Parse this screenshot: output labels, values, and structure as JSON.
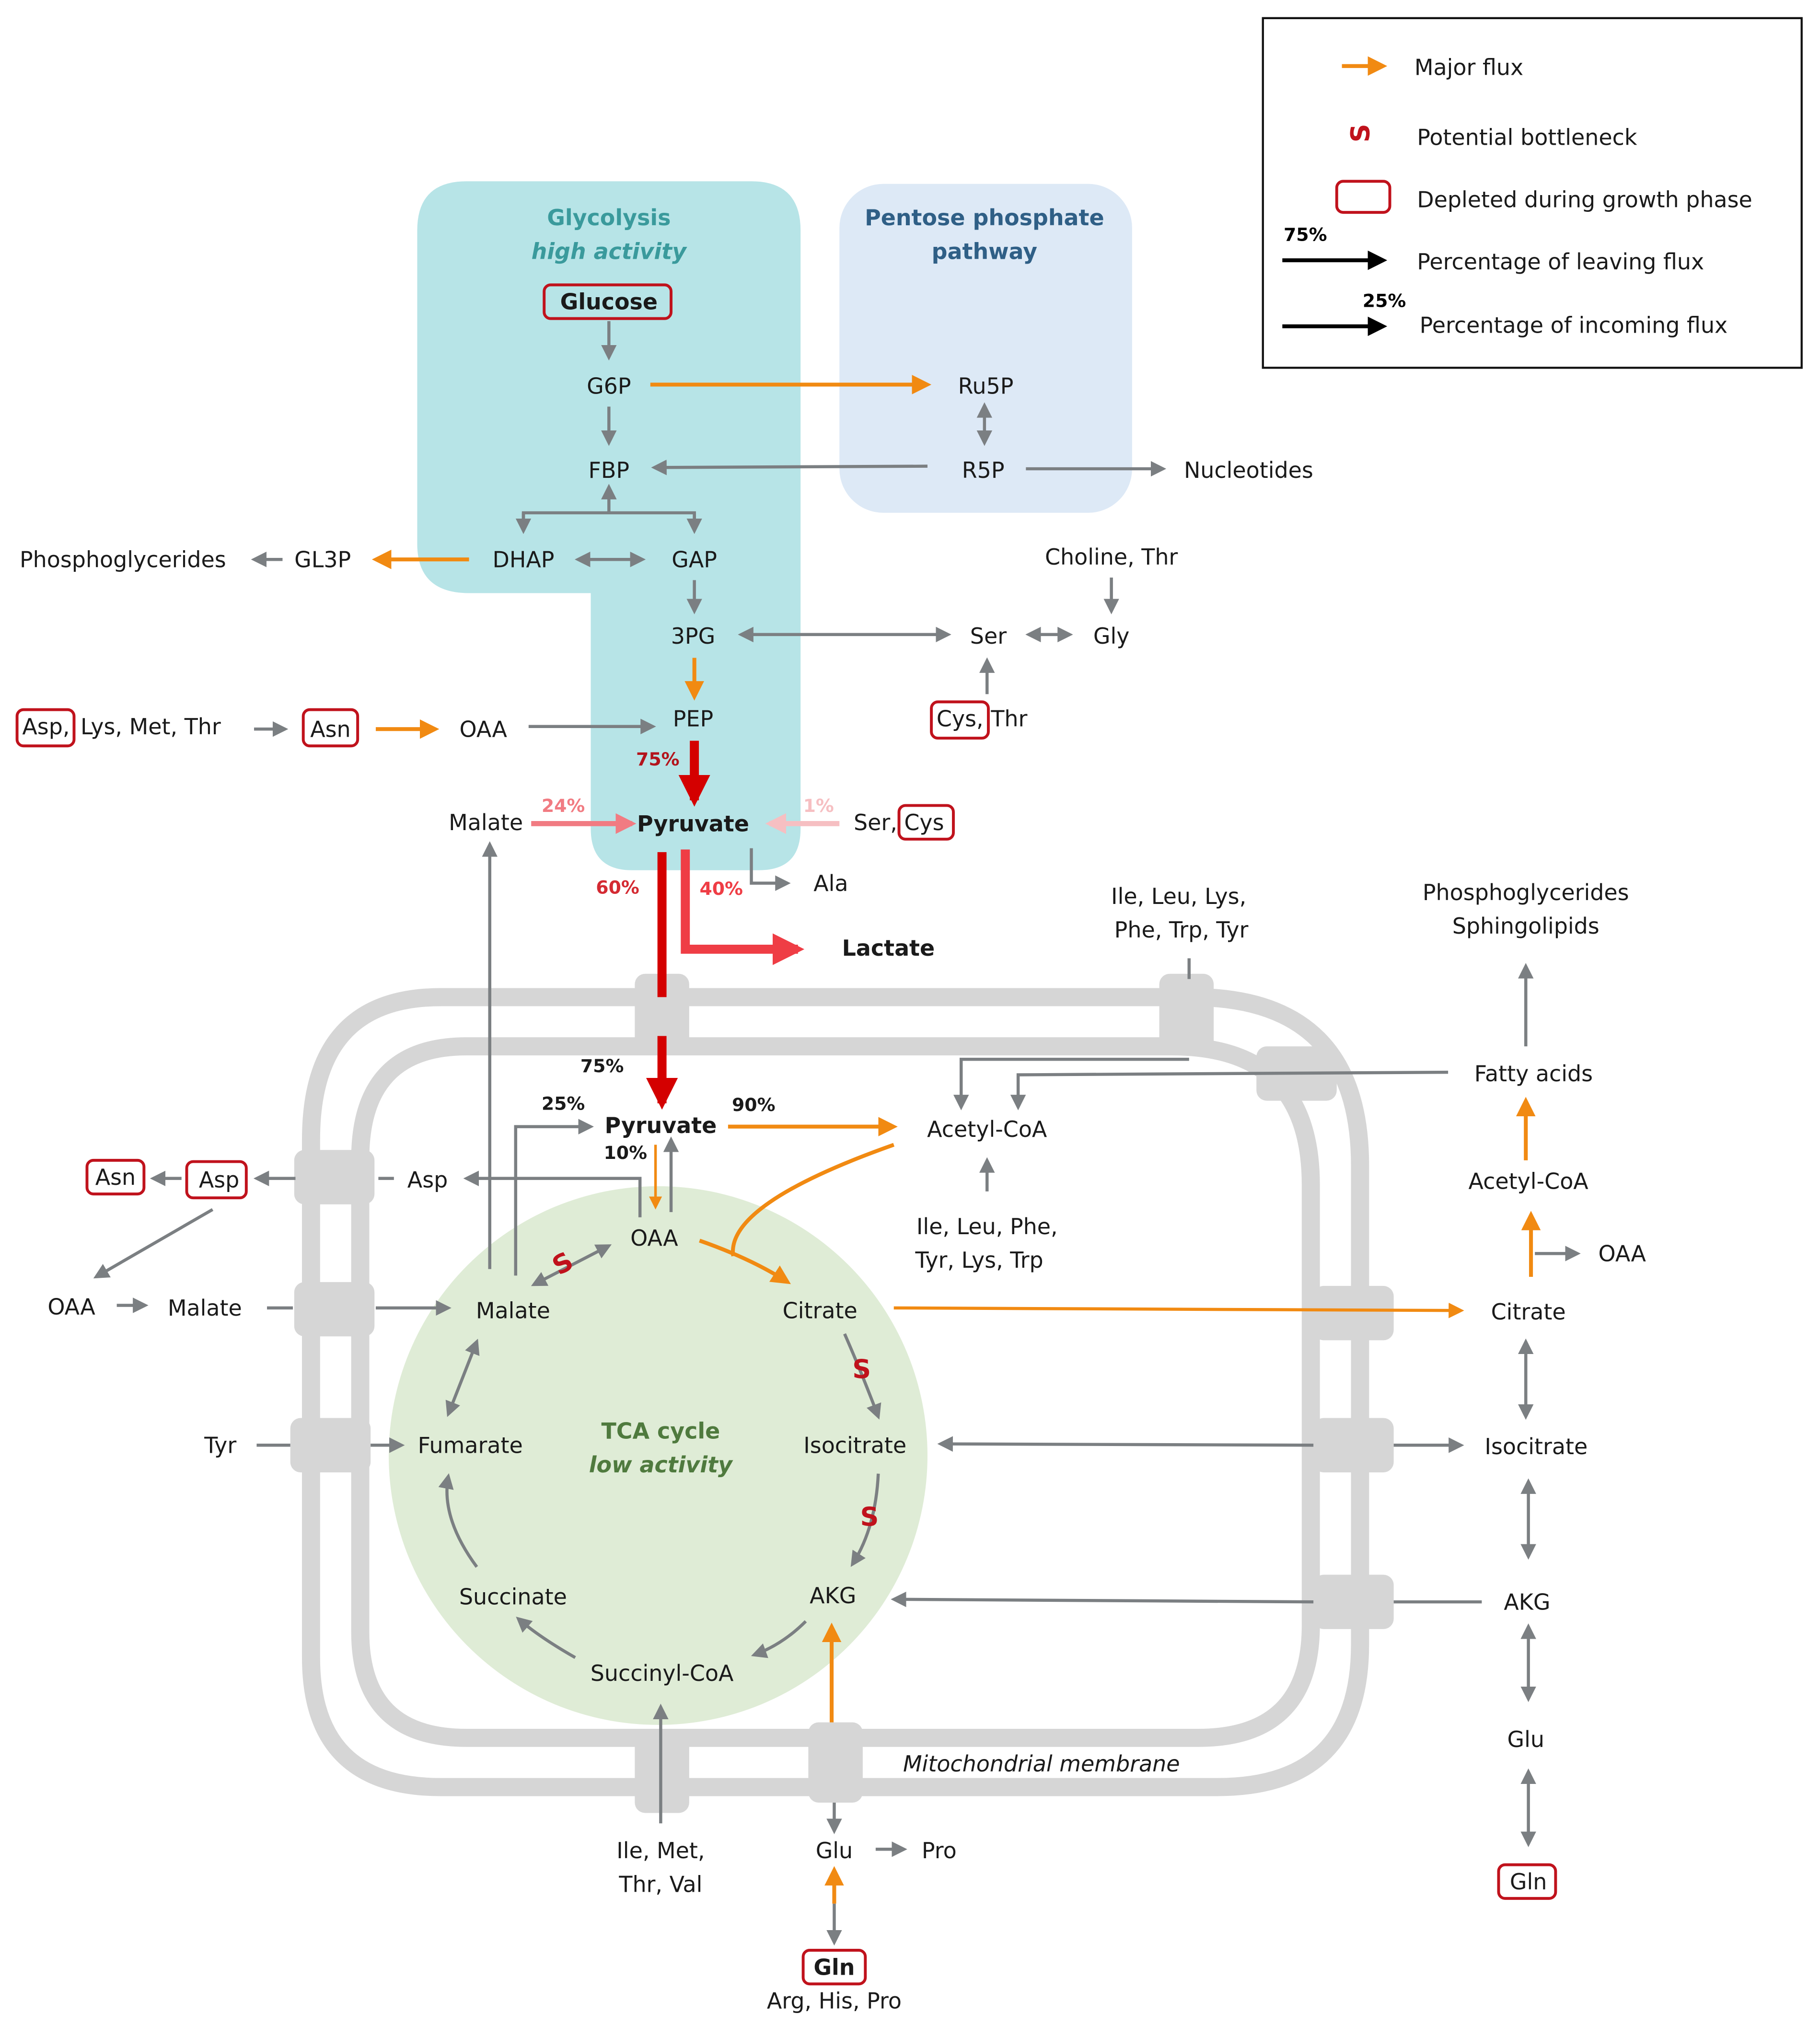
{
  "legend": {
    "items": [
      {
        "icon": "orange-arrow-icon",
        "label": "Major flux"
      },
      {
        "icon": "bottleneck-icon",
        "label": "Potential bottleneck"
      },
      {
        "icon": "red-box-icon",
        "label": "Depleted during growth phase"
      },
      {
        "icon": "black-arrow-icon",
        "pct": "75%",
        "label": "Percentage of leaving flux"
      },
      {
        "icon": "black-arrow-icon",
        "pct": "25%",
        "label": "Percentage of incoming flux"
      }
    ]
  },
  "colors": {
    "major_flux": "#f18a12",
    "bottleneck": "#c0121c",
    "depleted_box": "#c0121c",
    "glycolysis_bg": "#b7e4e7",
    "ppp_bg": "#dde9f6",
    "tca_bg": "#dfecd6",
    "membrane": "#d6d6d6",
    "default_arrow": "#7b7f82",
    "pyruvate_red": "#d40000",
    "lactate_red": "#ef3d45",
    "malate_pink": "#f17b82",
    "ser_cys_pink": "#f6bfc2"
  },
  "regions": {
    "glycolysis": {
      "title": "Glycolysis",
      "subtitle": "high activity"
    },
    "ppp": {
      "title_line1": "Pentose phosphate",
      "title_line2": "pathway"
    },
    "tca": {
      "title": "TCA cycle",
      "subtitle": "low activity"
    },
    "membrane_label": "Mitochondrial membrane"
  },
  "cytosol": {
    "glucose": "Glucose",
    "g6p": "G6P",
    "fbp": "FBP",
    "dhap": "DHAP",
    "gap": "GAP",
    "pg3": "3PG",
    "pep": "PEP",
    "pyruvate": "Pyruvate",
    "ru5p": "Ru5P",
    "r5p": "R5P",
    "nucleotides": "Nucleotides",
    "gl3p": "GL3P",
    "phosphoglycerides": "Phosphoglycerides",
    "choline_thr": "Choline, Thr",
    "ser": "Ser",
    "gly": "Gly",
    "cys_thr_cys": "Cys,",
    "cys_thr_thr": "Thr",
    "asp_src_asp": "Asp,",
    "asp_src_rest": "Lys, Met, Thr",
    "asn": "Asn",
    "oaa": "OAA",
    "malate": "Malate",
    "ser_cys_ser": "Ser,",
    "ser_cys_cys": "Cys",
    "ala": "Ala",
    "lactate": "Lactate",
    "aa_top_line1": "Ile, Leu, Lys,",
    "aa_top_line2": "Phe, Trp, Tyr",
    "lipids_line1": "Phosphoglycerides",
    "lipids_line2": "Sphingolipids",
    "fatty_acids": "Fatty acids",
    "acetyl_coa": "Acetyl-CoA",
    "oaa_right": "OAA",
    "citrate": "Citrate",
    "isocitrate": "Isocitrate",
    "akg": "AKG",
    "glu": "Glu",
    "gln": "Gln",
    "left_asn": "Asn",
    "left_asp": "Asp",
    "left_oaa": "OAA",
    "left_malate": "Malate",
    "tyr": "Tyr",
    "bottom_aa_line1": "Ile, Met,",
    "bottom_aa_line2": "Thr, Val",
    "bottom_glu": "Glu",
    "pro": "Pro",
    "bottom_gln": "Gln",
    "arg_his_pro": "Arg, His, Pro"
  },
  "mitochondria": {
    "pyruvate": "Pyruvate",
    "acetyl_coa": "Acetyl-CoA",
    "aa_line1": "Ile, Leu, Phe,",
    "aa_line2": "Tyr, Lys, Trp",
    "asp": "Asp",
    "oaa": "OAA",
    "malate": "Malate",
    "citrate": "Citrate",
    "fumarate": "Fumarate",
    "isocitrate": "Isocitrate",
    "succinate": "Succinate",
    "akg": "AKG",
    "succinyl_coa": "Succinyl-CoA"
  },
  "percentages": {
    "pep_to_pyr": "75%",
    "malate_to_pyr": "24%",
    "ser_cys_to_pyr": "1%",
    "pyr_to_mito": "60%",
    "pyr_to_lactate": "40%",
    "mito_pyr_in": "75%",
    "malate_to_mito_pyr": "25%",
    "pyr_to_acetyl": "90%",
    "pyr_to_oaa": "10%"
  },
  "bottleneck_glyph": "S"
}
